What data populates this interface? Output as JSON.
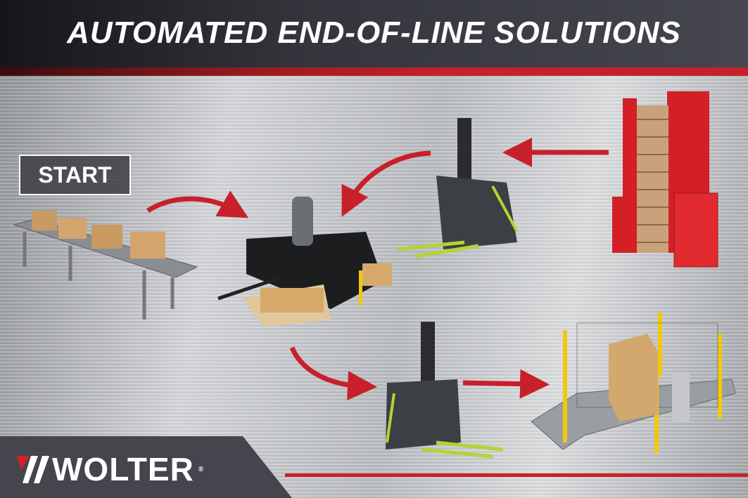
{
  "header": {
    "title": "AUTOMATED END-OF-LINE SOLUTIONS"
  },
  "flow": {
    "start_label": "START"
  },
  "brand": {
    "name": "WOLTER",
    "registered": "®"
  },
  "colors": {
    "header_dark": "#34353c",
    "accent_red": "#c8202a",
    "machine_green": "#b5d334",
    "dispenser_red": "#d41f26",
    "safety_yellow": "#f2c80f"
  }
}
